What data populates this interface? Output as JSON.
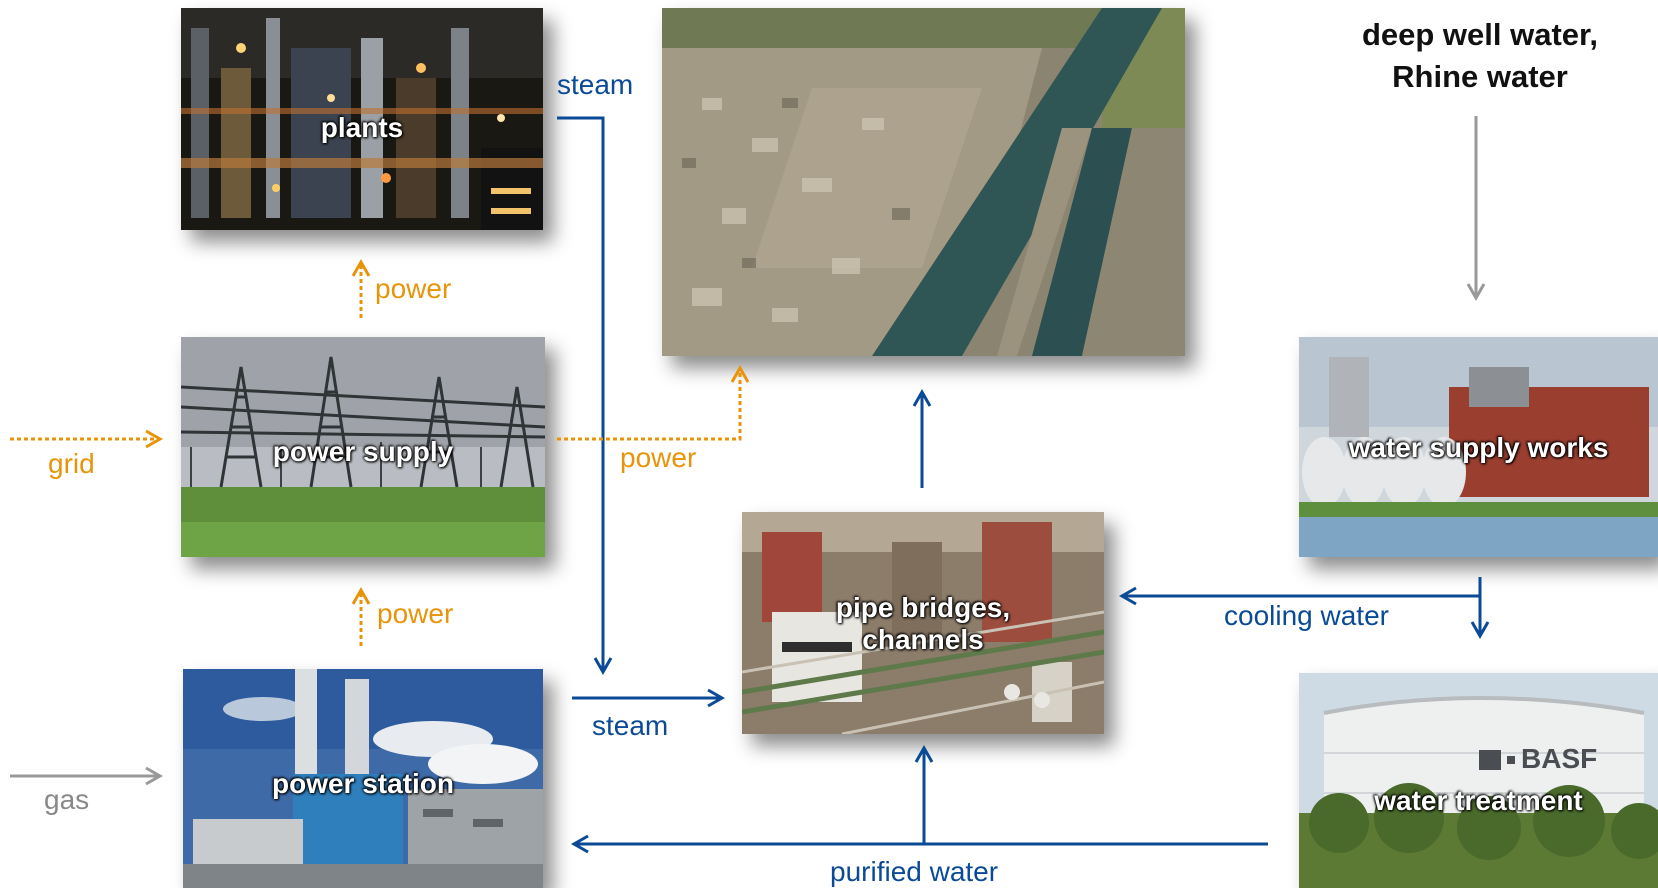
{
  "nodes": {
    "plants": {
      "label": "plants"
    },
    "power_supply": {
      "label": "power supply"
    },
    "power_station": {
      "label": "power station"
    },
    "pipe_bridges": {
      "label": "pipe bridges,\nchannels"
    },
    "water_supply": {
      "label": "water supply works"
    },
    "water_treatment": {
      "label": "water treatment"
    },
    "site_aerial": {
      "label": ""
    }
  },
  "source_text": "deep well water,\nRhine water",
  "flow_labels": {
    "steam_top": "steam",
    "steam_bottom": "steam",
    "power_top": "power",
    "power_bottom": "power",
    "power_right": "power",
    "grid": "grid",
    "gas": "gas",
    "cooling_water": "cooling water",
    "purified_water": "purified water"
  },
  "photo_overlay_text": {
    "basf_logo": "BASF"
  },
  "colors": {
    "steam_water_flow": "#0a4a96",
    "power_flow": "#e8940a",
    "input_flow": "#999999",
    "label_text": "#ffffff"
  }
}
